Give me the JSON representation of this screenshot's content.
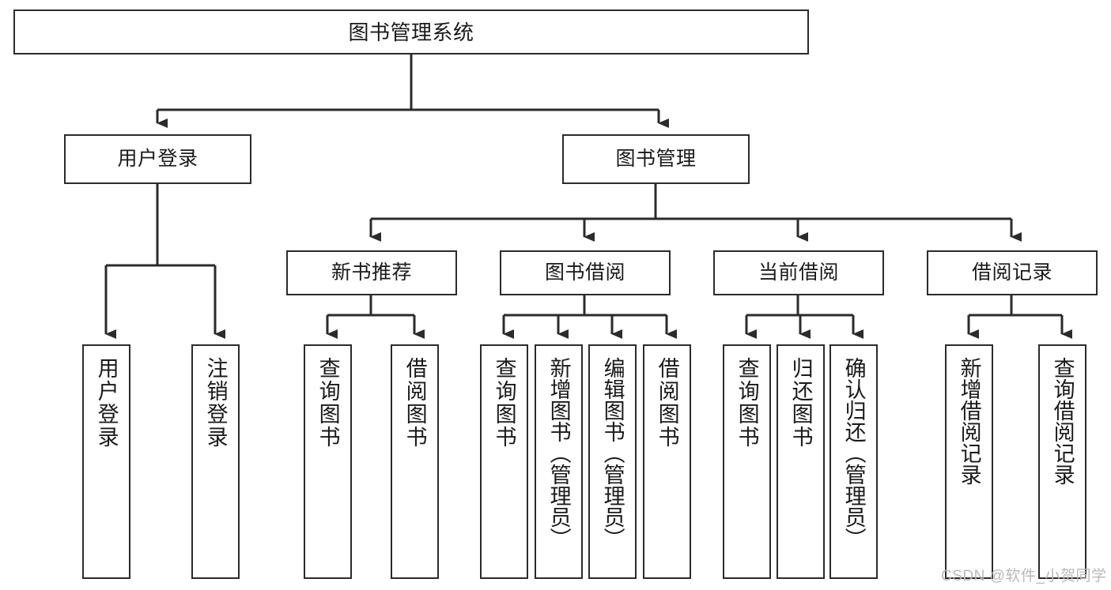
{
  "diagram": {
    "type": "tree-hierarchy",
    "title": "图书管理系统",
    "root": {
      "label": "图书管理系统"
    },
    "level2": [
      {
        "id": "user-login",
        "label": "用户登录"
      },
      {
        "id": "book-manage",
        "label": "图书管理"
      }
    ],
    "level3": [
      {
        "id": "new-book-recommend",
        "label": "新书推荐"
      },
      {
        "id": "book-borrow",
        "label": "图书借阅"
      },
      {
        "id": "current-borrow",
        "label": "当前借阅"
      },
      {
        "id": "borrow-record",
        "label": "借阅记录"
      }
    ],
    "leaves": {
      "user_login": [
        {
          "id": "leaf-user-login",
          "label": "用户登录"
        },
        {
          "id": "leaf-logout-login",
          "label": "注销登录"
        }
      ],
      "new_book_recommend": [
        {
          "id": "leaf-query-book-1",
          "label": "查询图书"
        },
        {
          "id": "leaf-borrow-book-1",
          "label": "借阅图书"
        }
      ],
      "book_borrow": [
        {
          "id": "leaf-query-book-2",
          "label": "查询图书"
        },
        {
          "id": "leaf-add-book-admin",
          "label": "新增图书（管理员）"
        },
        {
          "id": "leaf-edit-book-admin",
          "label": "编辑图书（管理员）"
        },
        {
          "id": "leaf-borrow-book-2",
          "label": "借阅图书"
        }
      ],
      "current_borrow": [
        {
          "id": "leaf-query-book-3",
          "label": "查询图书"
        },
        {
          "id": "leaf-return-book",
          "label": "归还图书"
        },
        {
          "id": "leaf-confirm-return-admin",
          "label": "确认归还（管理员）"
        }
      ],
      "borrow_record": [
        {
          "id": "leaf-add-borrow-record",
          "label": "新增借阅记录"
        },
        {
          "id": "leaf-query-borrow-record",
          "label": "查询借阅记录"
        }
      ]
    }
  },
  "watermark": {
    "text": "CSDN @软件_小贺同学"
  },
  "colors": {
    "stroke": "#2b2b2b",
    "box_fill": "#ffffff",
    "text": "#1a1a1a",
    "watermark": "#b9b9b9",
    "background": "#ffffff"
  }
}
